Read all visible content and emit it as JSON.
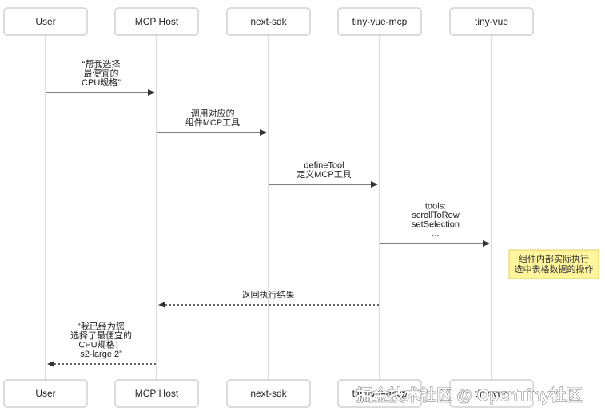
{
  "participants": [
    {
      "id": "user",
      "name": "User"
    },
    {
      "id": "host",
      "name": "MCP Host"
    },
    {
      "id": "sdk",
      "name": "next-sdk"
    },
    {
      "id": "mcp",
      "name": "tiny-vue-mcp"
    },
    {
      "id": "vue",
      "name": "tiny-vue"
    }
  ],
  "messages": [
    {
      "from": "user",
      "to": "host",
      "style": "solid",
      "lines": [
        "“帮我选择",
        "最便宜的",
        "CPU规格”"
      ]
    },
    {
      "from": "host",
      "to": "sdk",
      "style": "solid",
      "lines": [
        "调用对应的",
        "组件MCP工具"
      ]
    },
    {
      "from": "sdk",
      "to": "mcp",
      "style": "solid",
      "lines": [
        "defineTool",
        "定义MCP工具"
      ]
    },
    {
      "from": "mcp",
      "to": "vue",
      "style": "solid",
      "lines": [
        "tools:",
        "scrollToRow",
        "setSelection",
        "..."
      ]
    },
    {
      "from": "mcp",
      "to": "host",
      "style": "dashed",
      "lines": [
        "返回执行结果"
      ]
    },
    {
      "from": "host",
      "to": "user",
      "style": "dashed",
      "lines": [
        "“我已经为您",
        "选择了最便宜的",
        "CPU规格：",
        "s2-large.2”"
      ]
    }
  ],
  "note": {
    "over": "vue",
    "lines": [
      "组件内部实际执行",
      "选中表格数据的操作"
    ],
    "fill": "#fff59d"
  },
  "watermark": "掘金技术社区 @ OpenTiny社区",
  "colors": {
    "box_border": "#b8b8b8",
    "lifeline": "#bdbdbd",
    "arrow": "#333333",
    "note": "#fff59d"
  }
}
